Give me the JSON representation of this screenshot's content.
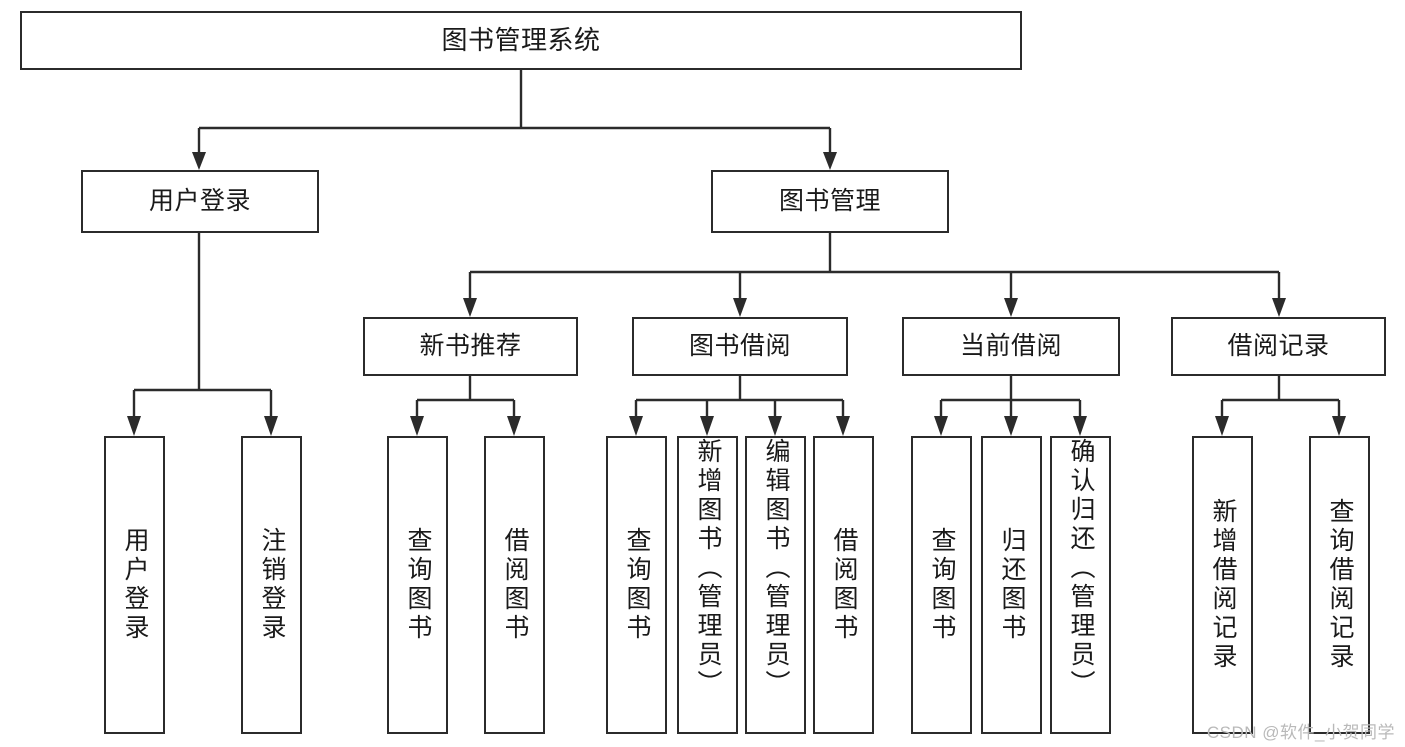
{
  "diagram": {
    "title": "图书管理系统",
    "watermark": "CSDN @软件_小贺同学",
    "colors": {
      "stroke": "#2b2b2b",
      "fill": "#ffffff",
      "text": "#1a1a1a",
      "watermark": "#b9b9b9"
    },
    "level2": [
      {
        "label": "用户登录"
      },
      {
        "label": "图书管理"
      }
    ],
    "level3": [
      {
        "label": "新书推荐"
      },
      {
        "label": "图书借阅"
      },
      {
        "label": "当前借阅"
      },
      {
        "label": "借阅记录"
      }
    ],
    "leaves": {
      "user_login": [
        {
          "label": "用户登录"
        },
        {
          "label": "注销登录"
        }
      ],
      "new_book": [
        {
          "label": "查询图书"
        },
        {
          "label": "借阅图书"
        }
      ],
      "book_borrow": [
        {
          "label": "查询图书"
        },
        {
          "label": "新增图书（管理员）"
        },
        {
          "label": "编辑图书（管理员）"
        },
        {
          "label": "借阅图书"
        }
      ],
      "current_borrow": [
        {
          "label": "查询图书"
        },
        {
          "label": "归还图书"
        },
        {
          "label": "确认归还（管理员）"
        }
      ],
      "borrow_record": [
        {
          "label": "新增借阅记录"
        },
        {
          "label": "查询借阅记录"
        }
      ]
    }
  }
}
